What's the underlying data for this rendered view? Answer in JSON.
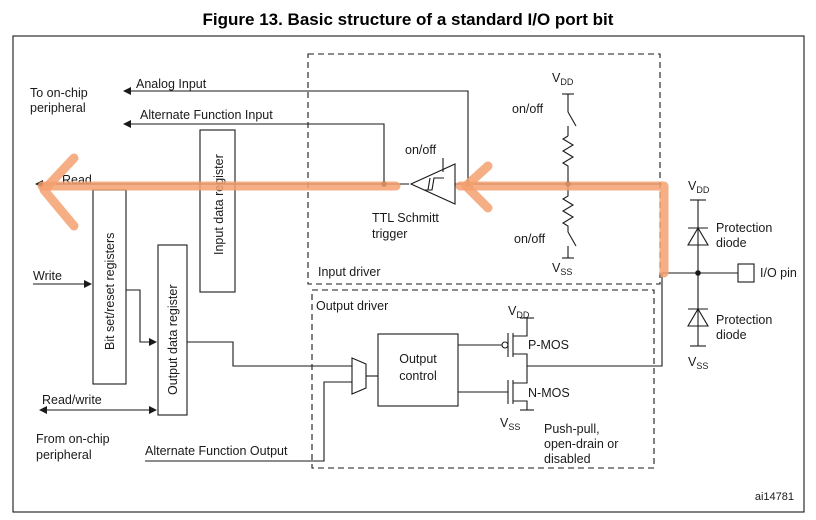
{
  "figure": {
    "title": "Figure 13. Basic structure of a standard I/O port bit",
    "ref_id": "ai14781"
  },
  "labels": {
    "to_onchip_peripheral_1": "To on-chip",
    "to_onchip_peripheral_2": "peripheral",
    "analog_input": "Analog Input",
    "alternate_function_input": "Alternate Function Input",
    "read": "Read",
    "write": "Write",
    "read_write": "Read/write",
    "from_onchip_peripheral_1": "From on-chip",
    "from_onchip_peripheral_2": "peripheral",
    "alternate_function_output": "Alternate Function Output",
    "input_data_register": "Input data register",
    "bit_set_reset_registers": "Bit set/reset registers",
    "output_data_register": "Output data register",
    "on_off_top": "on/off",
    "on_off_schmitt": "on/off",
    "on_off_bottom": "on/off",
    "ttl_schmitt_1": "TTL Schmitt",
    "ttl_schmitt_2": "trigger",
    "input_driver": "Input driver",
    "output_driver": "Output driver",
    "output_control_1": "Output",
    "output_control_2": "control",
    "p_mos": "P-MOS",
    "n_mos": "N-MOS",
    "push_pull_1": "Push-pull,",
    "push_pull_2": "open-drain or",
    "push_pull_3": "disabled",
    "protection_diode_top_1": "Protection",
    "protection_diode_top_2": "diode",
    "protection_diode_bottom_1": "Protection",
    "protection_diode_bottom_2": "diode",
    "io_pin": "I/O pin",
    "v": "V",
    "dd": "DD",
    "ss": "SS"
  },
  "colors": {
    "highlight": "#f4a070",
    "line": "#1a1a1a"
  }
}
